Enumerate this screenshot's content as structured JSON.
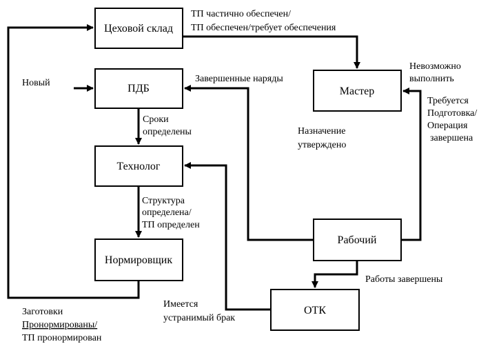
{
  "nodes": {
    "warehouse": "Цеховой склад",
    "pdb": "ПДБ",
    "master": "Мастер",
    "technologist": "Технолог",
    "normer": "Нормировщик",
    "worker": "Рабочий",
    "otk": "ОТК"
  },
  "labels": {
    "warehouse_master": [
      "ТП частично обеспечен/",
      "ТП обеспечен/требует обеспечения"
    ],
    "new_pdb": "Новый",
    "worker_pdb": "Завершенные наряды",
    "pdb_tech": [
      "Сроки",
      "определены"
    ],
    "tech_norm": [
      "Структура",
      "определена/",
      "ТП определен"
    ],
    "norm_warehouse": [
      "Заготовки",
      "Пронормированы/",
      "ТП пронормирован"
    ],
    "master_worker": [
      "Назначение",
      "утверждено"
    ],
    "master_cannot": [
      "Невозможно",
      "выполнить"
    ],
    "worker_master": [
      "Требуется",
      "Подготовка/",
      "Операция",
      "завершена"
    ],
    "worker_otk": "Работы завершены",
    "otk_tech": [
      "Имеется",
      "устранимый брак"
    ]
  }
}
